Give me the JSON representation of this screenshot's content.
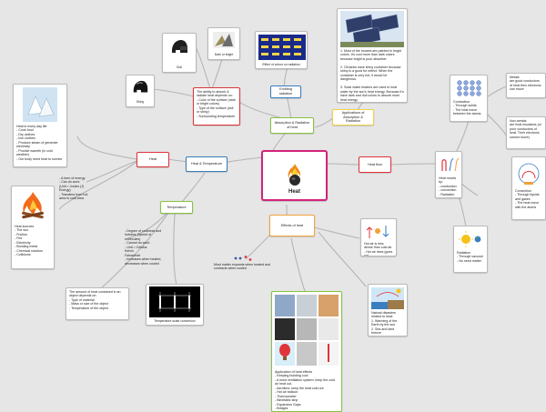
{
  "colors": {
    "central": "#d4237b",
    "red": "#e0343a",
    "green": "#86c440",
    "yellow": "#f0d24a",
    "blue": "#3a7ebf",
    "purple": "#8e3fa5",
    "orange": "#f2a23a",
    "link": "#b5b5b5"
  },
  "center": {
    "title": "Heat"
  },
  "labels": {
    "heat": "Heat",
    "heat_temperature": "Heat & Temperature",
    "temperature": "Temperature",
    "absorption": "Absorption & Radiation of heat",
    "emitting": "Emitting radiation",
    "applications_absorption": "Applications of Absorption & Radiation",
    "heat_flow": "Heat flow",
    "effects": "Effects of heat",
    "dull": "Dull",
    "dark_bright": "Dark or bright",
    "shiny": "Shiny",
    "effect_colour": "Effect of colour on radiation",
    "temp_scale": "Temperature scale conversion"
  },
  "notes": {
    "everyday": "Heat in every day life\n- Cook food\n- Dry clothes\n- Iron clothes\n- Produce steam of generate electricity\n- Provide warmth (in cold weather)\n- Our body need heat to survive",
    "form_energy": "- A form of energy\n- Can do work\n(Unit = Joules (J) Energy)\n- Transfers from hot area to cold area",
    "sources": "Heat sources\n- The sun\n- Friction\n- Fire\n- Electricity\n- Bonding metal\n- Chemical reaction\n- Collisions",
    "degree": "- Degree of coldness and hotness (Speed of molecules)\n- Cannot do work\n- Unit = Celsius\n        Kelvin\n        Fahrenheit\n- Increases when heated, decreases when cooled",
    "amount": "The amount of heat contained in an object depends on:\n- Type of material\n- Mass or size of the object\n- Temperature of the object",
    "ability": "The ability to absorb & radiate heat depends on:\n- Color of the surface (dark or bright colors)\n- Type of the surface (dull or shiny)\n- Surrounding temperature",
    "solar": "1. Most of the houses are painted in bright colors. It's cool more than dark colors because bright is poor absorber.\n\n2. Oil tanks have shiny container because shiny is a good for reflect. When the container is very hot, it would be dangerous.\n\n3. Solar water heaters are used to heat water by the sun's heat energy. Because it's have dark and dull colors to absorb more heat energy.",
    "conduction": "Conduction\n- Through solids\n- The heat move between the atoms",
    "metals": "Metals\nare good conductors of heat then electrons can move",
    "nonmetals": "Non-metals\nare heat insulators (or poor conductors of heat. Their electrons cannot move)",
    "heat_moves": "Heat moves by:\n- conduction\n- convection\n- Radiation",
    "convection": "Convection\n- Through liquids and gases\n- The heat move with the atoms",
    "radiation": "Radiation\n- Through vacuum\n- No need matter",
    "hot_cold": "Hot air is less dense than cold air.\n- Hot air rises (goes up)\n- Cold air sinks (goes down)",
    "expands": "Most matter expands when heated and contracts when cooled",
    "natural": "Natural disasters related to heat:\n1. Warming of the Earth by the sun\n2. Sea and land breeze",
    "applications": "Application of heat effects\n- Keeping building cool\n- A most ventilation system: keep the cold air heat out.\n- Aeroliers: keep the heat cold out\n- Hot air balloon\n- Thermometer\n- Bimetallic strip\n- Expansion Gaps\n- Bridges\n- Electricity Cables"
  }
}
